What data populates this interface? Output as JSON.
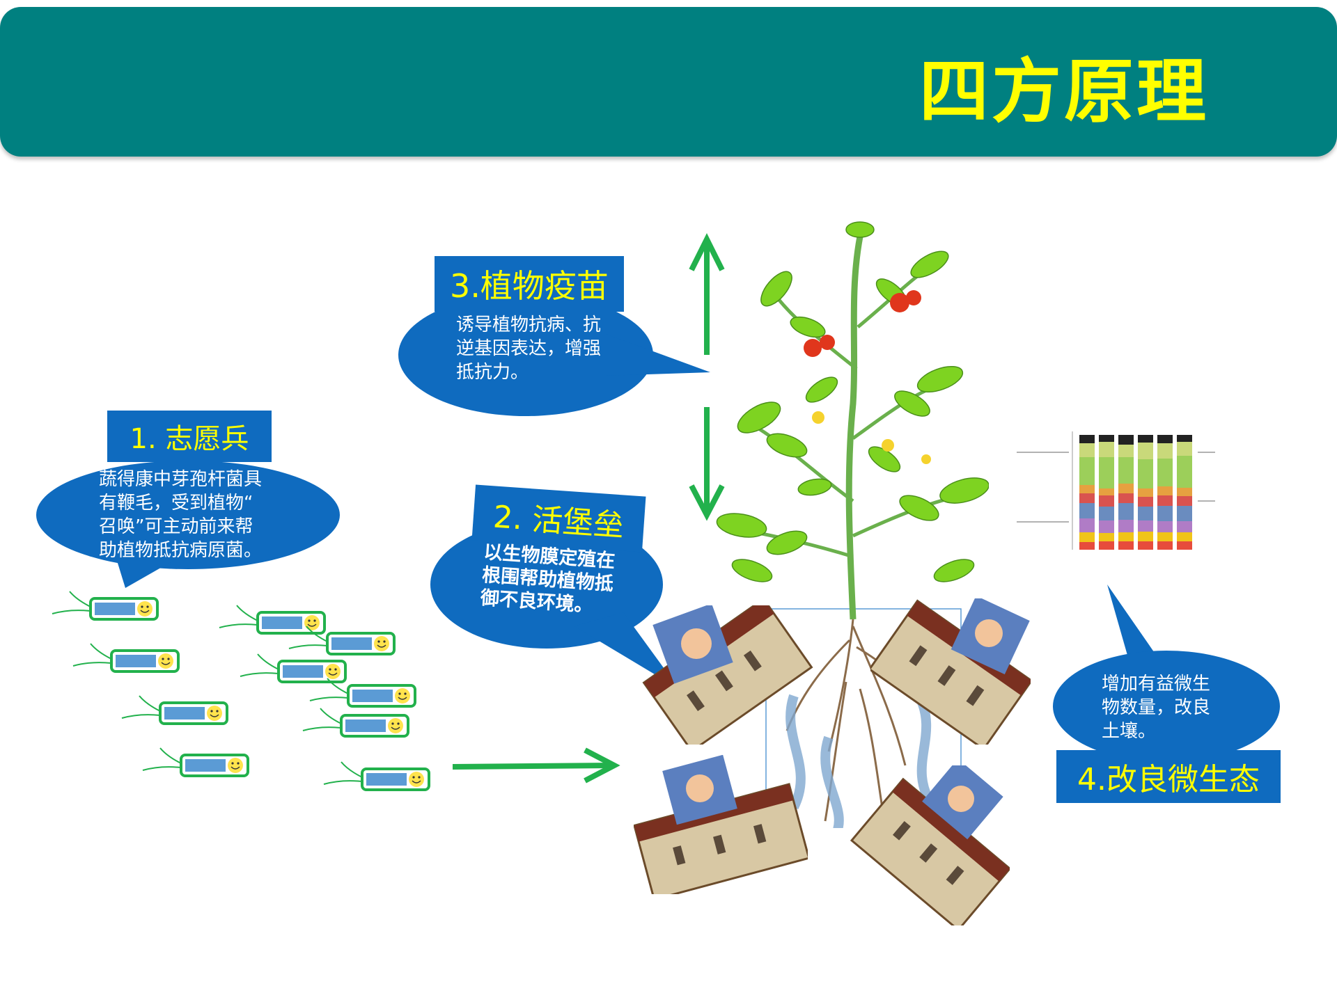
{
  "header": {
    "title": "四方原理"
  },
  "principles": [
    {
      "label": "1. 志愿兵",
      "lines": [
        "蔬得康中芽孢杆菌具",
        "有鞭毛，受到植物“",
        "召唤”可主动前来帮",
        "助植物抵抗病原菌。"
      ]
    },
    {
      "label": "2.  活堡垒",
      "lines": [
        "以生物膜定殖在",
        "根围帮助植物抵",
        "御不良环境。"
      ]
    },
    {
      "label": "3.植物疫苗",
      "lines": [
        "诱导植物抗病、抗",
        "逆基因表达，增强",
        "抵抗力。"
      ]
    },
    {
      "label": "4.改良微生态",
      "lines": [
        "增加有益微生",
        "物数量，改良",
        "土壤。"
      ]
    }
  ],
  "colors": {
    "header_bg": "#008080",
    "title": "#ffff00",
    "label_bg": "#0f6bbf",
    "bubble": "#0f6bbf",
    "arrow": "#22b14c",
    "bacteria_outline": "#22b14c",
    "bacteria_body": "#5b9bd5",
    "smiley": "#ffe34d"
  }
}
